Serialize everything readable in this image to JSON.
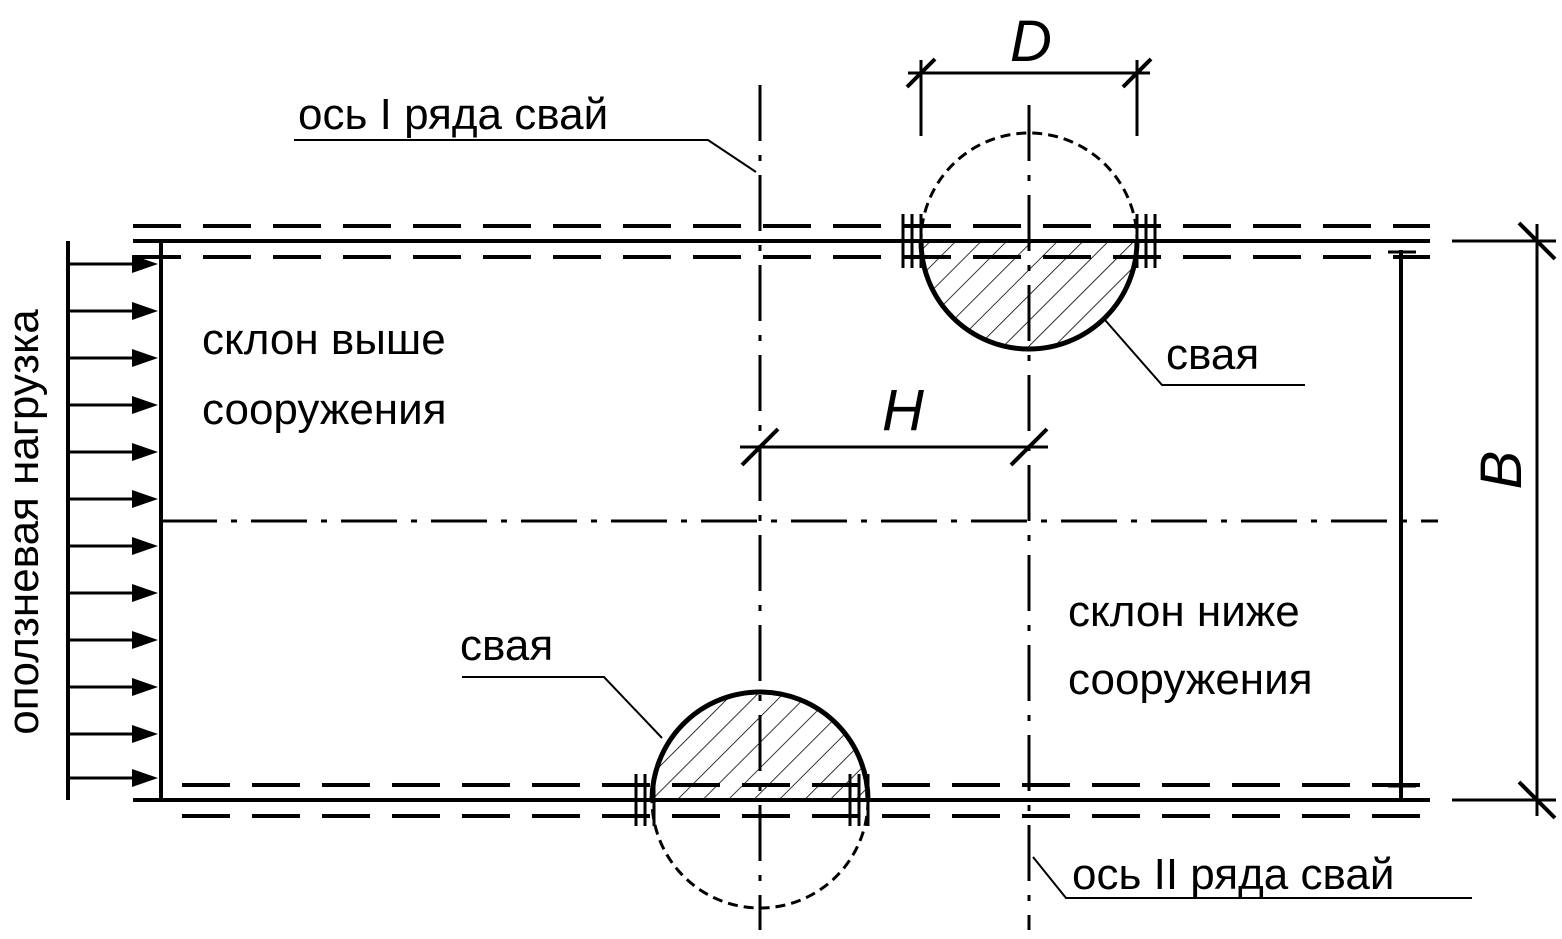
{
  "labels": {
    "axis_row1": "ось I ряда свай",
    "axis_row2": "ось II ряда свай",
    "load": "оползневая нагрузка",
    "upper_slope_line1": "склон выше",
    "upper_slope_line2": "сооружения",
    "lower_slope_line1": "склон ниже",
    "lower_slope_line2": "сооружения",
    "pile_upper": "свая",
    "pile_lower": "свая"
  },
  "dimensions": {
    "pile_diameter": "D",
    "row_spacing": "H",
    "width": "B"
  },
  "colors": {
    "line": "#000000",
    "background": "#ffffff"
  }
}
